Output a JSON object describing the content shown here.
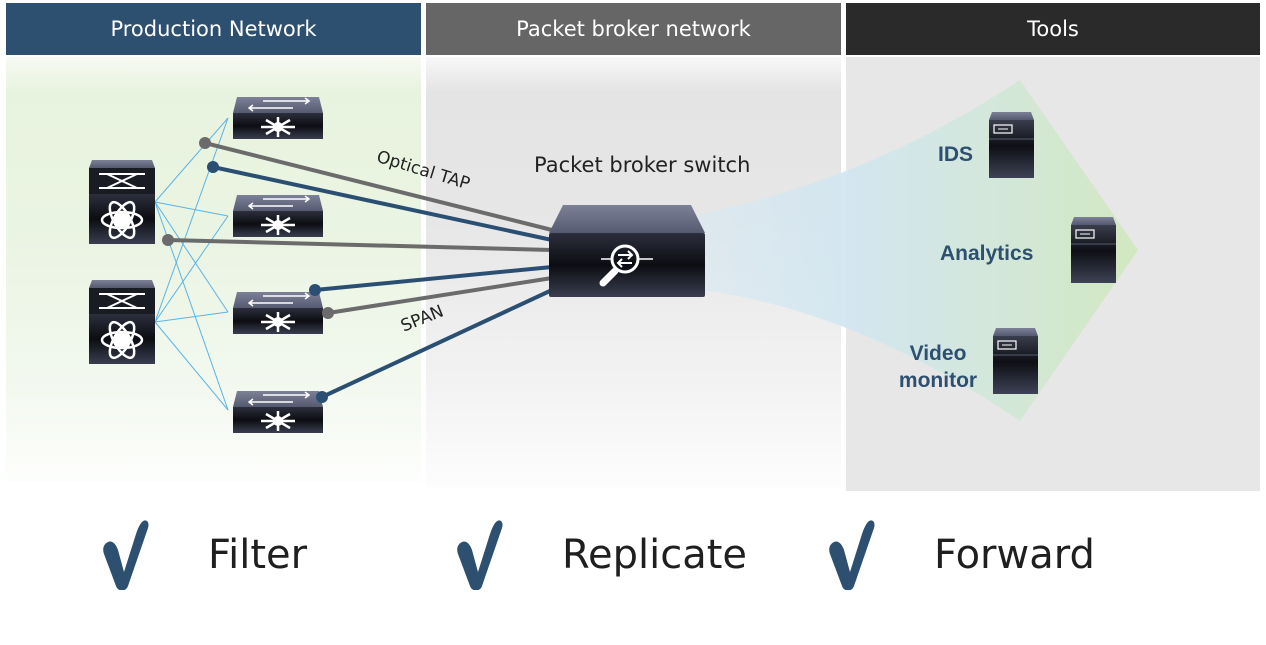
{
  "headers": {
    "production": "Production Network",
    "packet_broker": "Packet broker network",
    "tools": "Tools"
  },
  "labels": {
    "optical_tap": "Optical TAP",
    "span": "SPAN",
    "packet_broker_switch": "Packet broker switch"
  },
  "tools": {
    "ids": "IDS",
    "analytics": "Analytics",
    "video_line1": "Video",
    "video_line2": "monitor"
  },
  "features": [
    {
      "label": "Filter"
    },
    {
      "label": "Replicate"
    },
    {
      "label": "Forward"
    }
  ],
  "colors": {
    "production_header": "#2e5070",
    "packet_broker_header": "#666666",
    "tools_header": "#2a2a2a",
    "link_gray": "#6b6b6b",
    "link_blue": "#2b4f72",
    "mesh_link": "#5ab4e6",
    "checkmark": "#2d4f70",
    "tool_label": "#2d4f70"
  }
}
